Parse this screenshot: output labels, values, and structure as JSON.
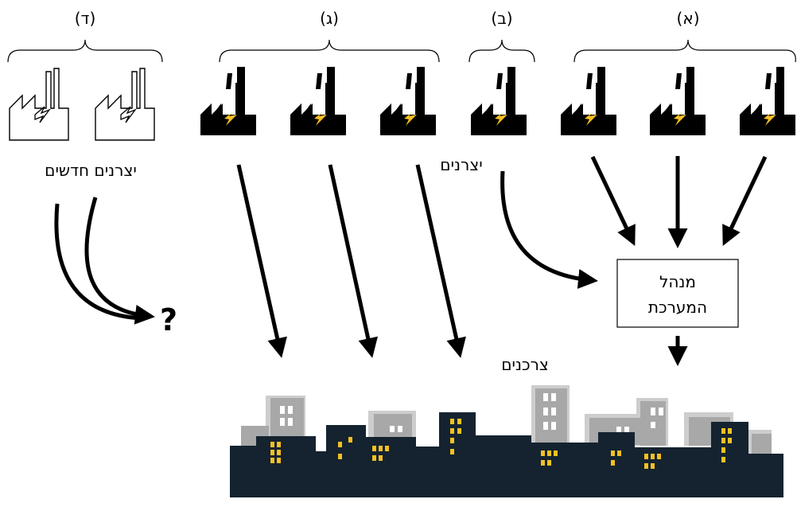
{
  "groups": {
    "a": "(א)",
    "b": "(ב)",
    "g": "(ג)",
    "d": "(ד)"
  },
  "labels": {
    "producers": "יצרנים",
    "new_producers": "יצרנים חדשים",
    "consumers": "צרכנים",
    "operator_line1": "מנהל",
    "operator_line2": "המערכת",
    "unknown": "?"
  },
  "colors": {
    "factory": "#000000",
    "bolt": "#f5c023",
    "city_front": "#14232f",
    "city_back_light": "#c8c8c8",
    "city_back_mid": "#a0a0a0",
    "window": "#f5c023",
    "back_window": "#ffffff"
  },
  "icons": {
    "existing_producer": "factory-bolt-icon",
    "new_producer": "factory-outline-icon",
    "consumers": "city-skyline-icon"
  }
}
